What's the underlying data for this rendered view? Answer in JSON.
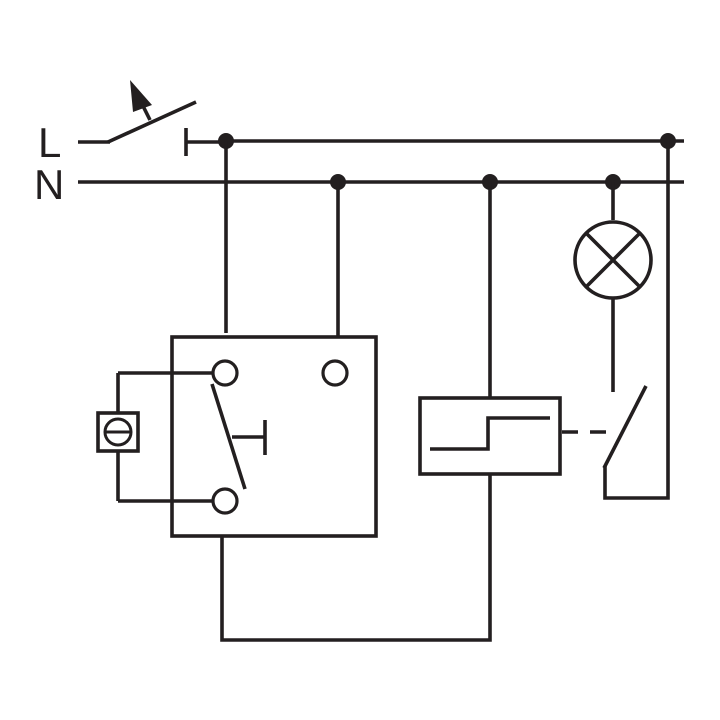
{
  "lines": {
    "live_label": "L",
    "neutral_label": "N"
  },
  "colors": {
    "ink": "#231f20",
    "background": "#ffffff"
  },
  "components": [
    "main-switch",
    "push-button",
    "relay-unit",
    "time-relay-coil",
    "relay-contact",
    "lamp"
  ]
}
